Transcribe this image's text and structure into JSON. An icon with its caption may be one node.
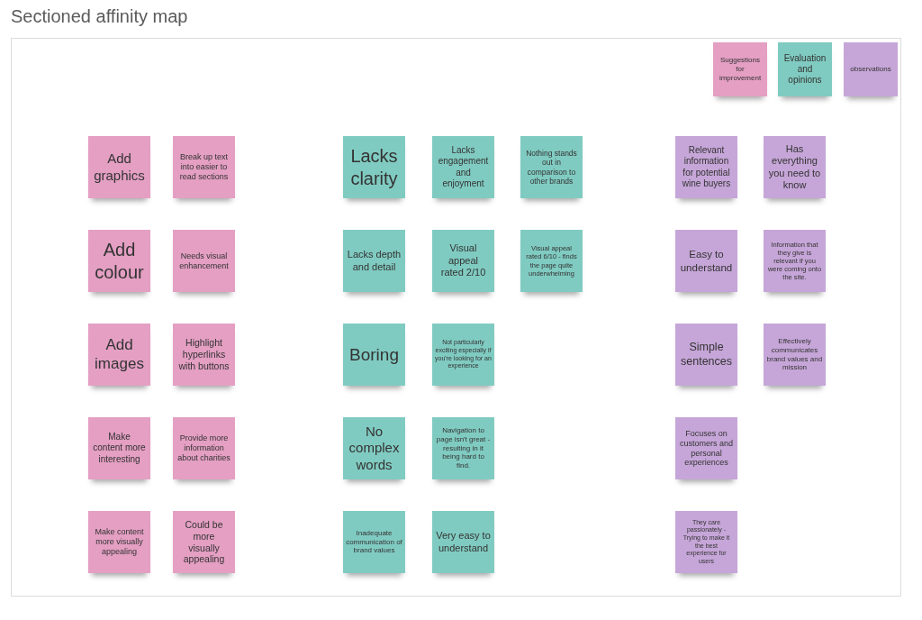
{
  "diagram": {
    "title": "Sectioned affinity map",
    "nodes": [
      {
        "text": [
          "Add graphics"
        ]
      },
      {
        "text": [
          "Break up text into easier to read sections"
        ]
      },
      {
        "text": [
          "Add colour"
        ]
      },
      {
        "text": [
          "Needs visual enhancement"
        ]
      },
      {
        "text": [
          "Add images"
        ]
      },
      {
        "text": [
          "Highlight hyperlinks with buttons"
        ]
      },
      {
        "text": [
          "Make content more interesting"
        ]
      },
      {
        "text": [
          "Provide more information about charities"
        ]
      },
      {
        "text": [
          "Make content more visually appealing"
        ]
      },
      {
        "text": [
          "Could be more visually appealing"
        ]
      },
      {
        "text": [
          "Lacks clarity"
        ]
      },
      {
        "text": [
          "Lacks engagement and enjoyment"
        ]
      },
      {
        "text": [
          "Nothing stands out in comparison to other brands"
        ]
      },
      {
        "text": [
          "Lacks depth and detail"
        ]
      },
      {
        "text": [
          "Visual appeal rated 2/10"
        ]
      },
      {
        "text": [
          "Visual appeal rated 6/10 - finds the page quite underwhelming"
        ]
      },
      {
        "text": [
          "Boring"
        ]
      },
      {
        "text": [
          "Not particularly exciting especially if you're looking for an experience"
        ]
      },
      {
        "text": [
          "No complex words"
        ]
      },
      {
        "text": [
          "Navigation to page isn't great - resulting in it being hard to find."
        ]
      },
      {
        "text": [
          "Inadequate communication of brand values"
        ]
      },
      {
        "text": [
          "Very easy to understand"
        ]
      },
      {
        "text": [
          "Relevant information for potential wine buyers"
        ]
      },
      {
        "text": [
          "Has everything you need to know"
        ]
      },
      {
        "text": [
          "Easy to understand"
        ]
      },
      {
        "text": [
          "Information that they give is relevant if you were coming onto the site."
        ]
      },
      {
        "text": [
          "Simple sentences"
        ]
      },
      {
        "text": [
          "Effectively communicates brand values and mission"
        ]
      },
      {
        "text": [
          "Focuses on customers and personal experiences"
        ]
      },
      {
        "text": [
          "They care passionately - Trying to make it the best experience for users"
        ]
      }
    ],
    "legend": [
      {
        "text": "Suggestions for improvement",
        "color": "#e49fc3"
      },
      {
        "text": "Evaluation and opinions",
        "color": "#80cbc1"
      },
      {
        "text": "observations",
        "color": "#c6a6d8"
      }
    ]
  }
}
